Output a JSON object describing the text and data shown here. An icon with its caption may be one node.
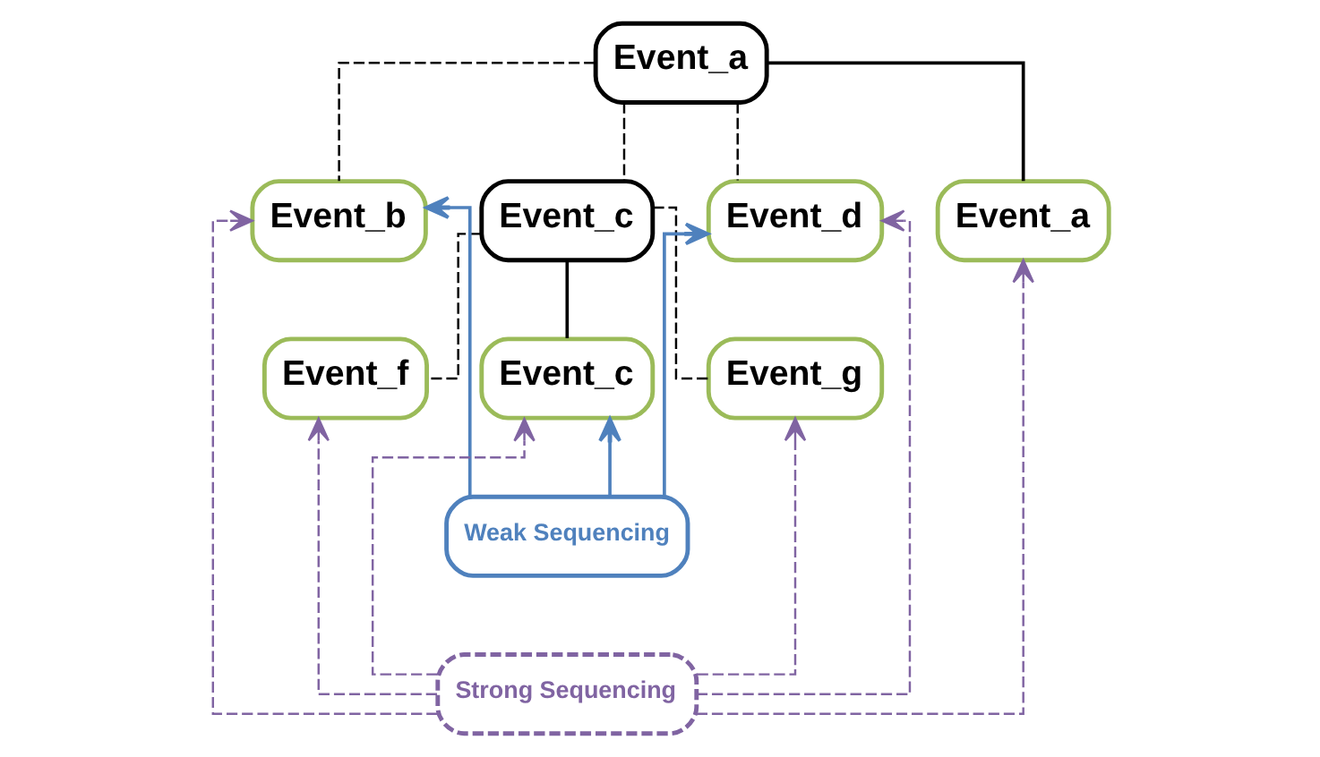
{
  "diagram": {
    "nodes": [
      {
        "text": [
          "Event_a"
        ]
      },
      {
        "text": [
          "Event_b"
        ]
      },
      {
        "text": [
          "Event_c"
        ]
      },
      {
        "text": [
          "Event_d"
        ]
      },
      {
        "text": [
          "Event_a"
        ]
      },
      {
        "text": [
          "Event_f"
        ]
      },
      {
        "text": [
          "Event_c"
        ]
      },
      {
        "text": [
          "Event_g"
        ]
      },
      {
        "text": [
          "Weak Sequencing"
        ]
      },
      {
        "text": [
          "Strong Sequencing"
        ]
      }
    ],
    "edges": [
      {
        "from": 0,
        "to": 1,
        "arrow": "none",
        "style": "dashed"
      },
      {
        "from": 0,
        "to": 2,
        "arrow": "none",
        "style": "dashed"
      },
      {
        "from": 0,
        "to": 3,
        "arrow": "none",
        "style": "dashed"
      },
      {
        "from": 0,
        "to": 4,
        "arrow": "none"
      },
      {
        "from": 2,
        "to": 5,
        "arrow": "none",
        "style": "dashed"
      },
      {
        "from": 2,
        "to": 6,
        "arrow": "none"
      },
      {
        "from": 2,
        "to": 7,
        "arrow": "none",
        "style": "dashed"
      },
      {
        "from": 8,
        "to": 1,
        "arrow": "to",
        "color": "#4f81bd"
      },
      {
        "from": 8,
        "to": 6,
        "arrow": "to",
        "color": "#4f81bd"
      },
      {
        "from": 8,
        "to": 3,
        "arrow": "to",
        "color": "#4f81bd"
      },
      {
        "from": 9,
        "to": 1,
        "arrow": "to",
        "style": "dashed",
        "color": "#8064a2"
      },
      {
        "from": 9,
        "to": 5,
        "arrow": "to",
        "style": "dashed",
        "color": "#8064a2"
      },
      {
        "from": 9,
        "to": 6,
        "arrow": "to",
        "style": "dashed",
        "color": "#8064a2"
      },
      {
        "from": 9,
        "to": 7,
        "arrow": "to",
        "style": "dashed",
        "color": "#8064a2"
      },
      {
        "from": 9,
        "to": 3,
        "arrow": "to",
        "style": "dashed",
        "color": "#8064a2"
      },
      {
        "from": 9,
        "to": 4,
        "arrow": "to",
        "style": "dashed",
        "color": "#8064a2"
      }
    ]
  }
}
